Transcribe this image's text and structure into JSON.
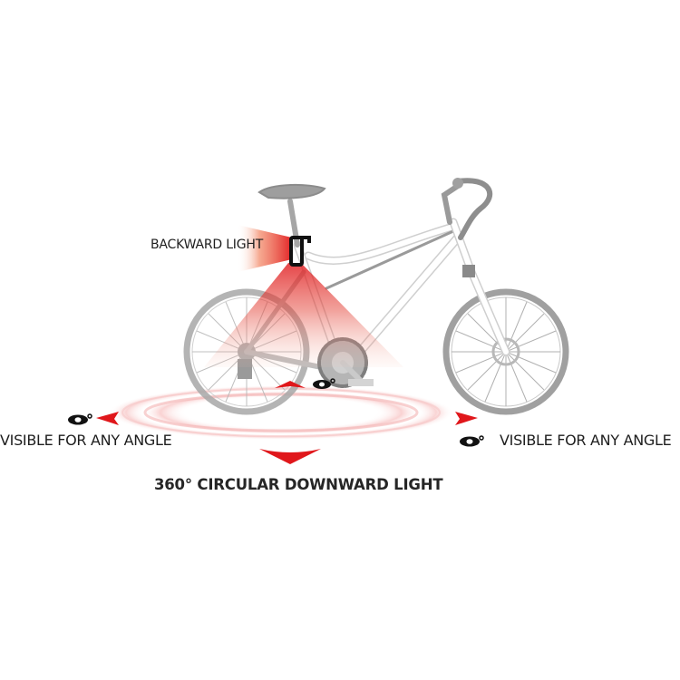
{
  "labels": {
    "backward_light": "BACKWARD LIGHT",
    "visible_left": "VISIBLE FOR ANY ANGLE",
    "visible_right": "VISIBLE FOR ANY ANGLE",
    "downward_light": "360° CIRCULAR DOWNWARD LIGHT"
  },
  "icons": {
    "eye_left": "eye-icon",
    "eye_right": "eye-icon",
    "eye_center": "eye-icon",
    "arrow_left": "red-arrow-left",
    "arrow_right": "red-arrow-right",
    "arrow_up": "red-arrow-up",
    "arrow_down": "red-arrow-down"
  },
  "colors": {
    "light_red": "#e0171b",
    "bike_gray": "#9a9a9a",
    "text": "#1e1e1e"
  }
}
